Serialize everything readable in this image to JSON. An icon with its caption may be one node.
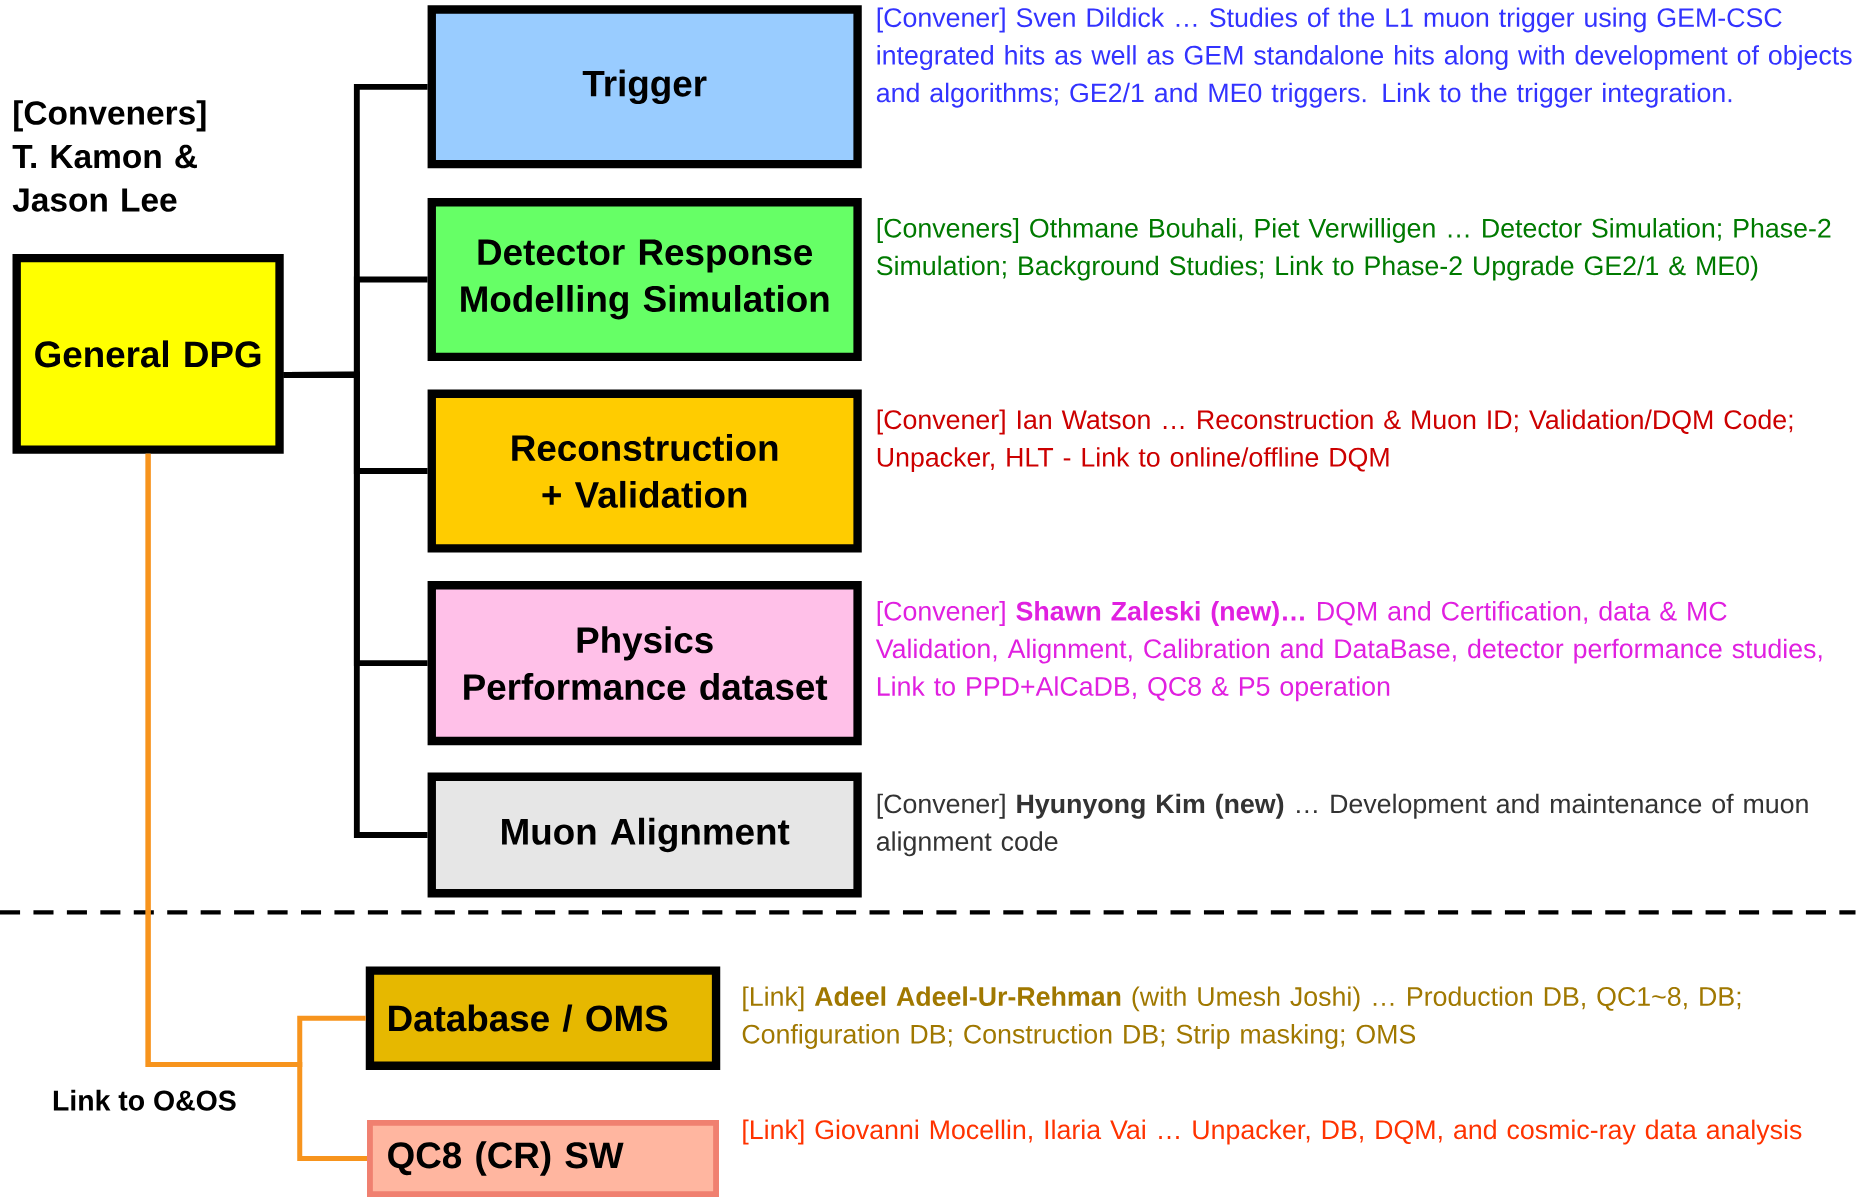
{
  "diagram": {
    "nodes": [
      {
        "text": [
          "General DPG"
        ],
        "beside": [
          "[Conveners] T. Kamon & Jason Lee"
        ]
      },
      {
        "text": [
          "Trigger"
        ],
        "beside": [
          "[Convener] Sven Dildick … Studies of the L1 muon trigger using GEM-CSC integrated hits as well as GEM standalone hits along with development of objects and algorithms; GE2/1 and ME0 triggers. Link to the trigger integration."
        ]
      },
      {
        "text": [
          "Detector Response Modelling Simulation"
        ],
        "beside": [
          "[Conveners] Othmane Bouhali, Piet Verwilligen … Detector Simulation; Phase-2 Simulation; Background Studies; Link to Phase-2 Upgrade GE2/1 & ME0)"
        ]
      },
      {
        "text": [
          "Reconstruction + Validation"
        ],
        "beside": [
          "[Convener] Ian Watson … Reconstruction & Muon ID; Validation/DQM Code; Unpacker, HLT - Link to online/offline DQM"
        ]
      },
      {
        "text": [
          "Physics Performance dataset"
        ],
        "beside": [
          "[Convener] **Shawn Zaleski (new)…** DQM and Certification, data & MC Validation, Alignment, Calibration and DataBase, detector performance studies, Link to PPD+AlCaDB, QC8 & P5 operation"
        ]
      },
      {
        "text": [
          "Muon Alignment"
        ],
        "beside": [
          "[Convener] **Hyunyong Kim (new)** … Development and maintenance of muon alignment code"
        ]
      },
      {
        "text": [
          "Database / OMS"
        ],
        "beside": [
          "[Link] **Adeel Adeel-Ur-Rehman** (with Umesh Joshi) … Production DB, QC1~8, DB; Configuration DB; Construction DB; Strip masking; OMS"
        ]
      },
      {
        "text": [
          "QC8 (CR) SW"
        ],
        "beside": [
          "[Link] Giovanni Mocellin, Ilaria Vai … Unpacker, DB, DQM, and cosmic-ray data analysis"
        ]
      }
    ],
    "edges": [
      {
        "from": 0,
        "to": 1,
        "arrow": "none"
      },
      {
        "from": 0,
        "to": 2,
        "arrow": "none"
      },
      {
        "from": 0,
        "to": 3,
        "arrow": "none"
      },
      {
        "from": 0,
        "to": 4,
        "arrow": "none"
      },
      {
        "from": 0,
        "to": 5,
        "arrow": "none"
      },
      {
        "from": 0,
        "to": 6,
        "arrow": "none",
        "color": "#f7941d"
      },
      {
        "from": 0,
        "to": 7,
        "arrow": "none",
        "color": "#f7941d"
      }
    ],
    "labels": [
      "Link to O&OS"
    ]
  }
}
